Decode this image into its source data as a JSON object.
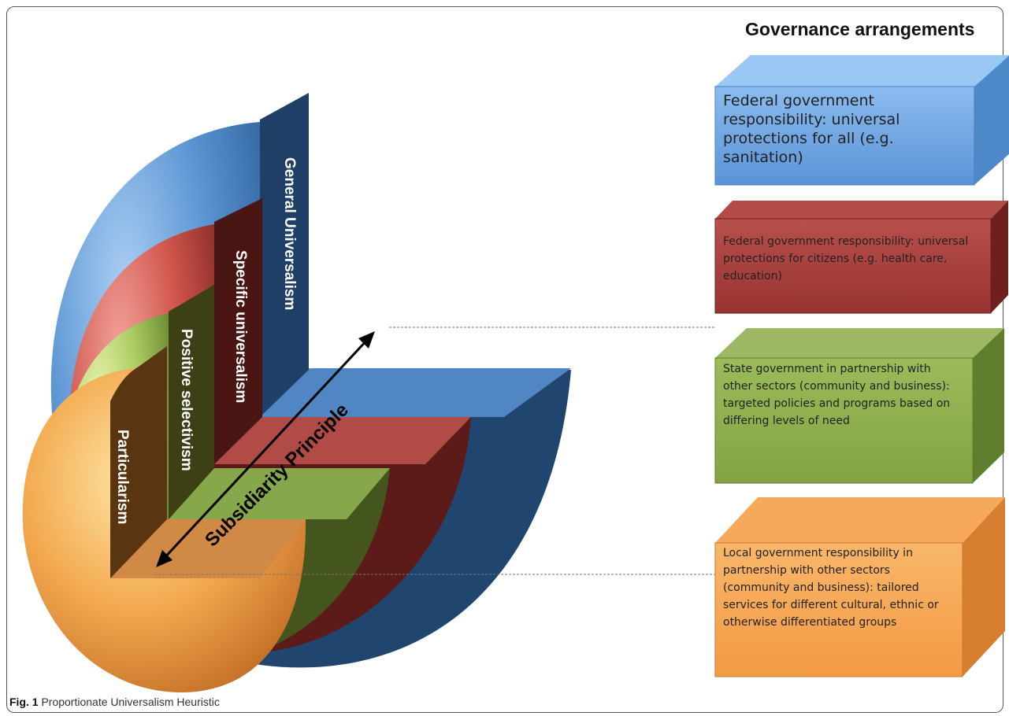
{
  "title": "Governance arrangements",
  "caption": {
    "label": "Fig. 1",
    "text": "Proportionate Universalism Heuristic"
  },
  "layers": [
    {
      "label": "General Universalism",
      "color": "#5b95d4"
    },
    {
      "label": "Specific universalism",
      "color": "#c94a44"
    },
    {
      "label": "Positive selectivism",
      "color": "#9bbb55"
    },
    {
      "label": "Particularism",
      "color": "#f0a04a"
    }
  ],
  "arrow_label": "Subsidiarity Principle",
  "boxes": [
    {
      "text": "Federal government responsibility: universal protections for all (e.g. sanitation)",
      "color": "#64a0e4"
    },
    {
      "text": "Federal government responsibility: universal protections for citizens (e.g. health care, education)",
      "color": "#a63a38"
    },
    {
      "text": "State government in partnership with other sectors (community and business): targeted policies and programs based on differing levels of need",
      "color": "#8aaa4c"
    },
    {
      "text": "Local government responsibility in partnership with other sectors (community and business): tailored services for different cultural, ethnic or otherwise differentiated groups",
      "color": "#f7a553"
    }
  ]
}
